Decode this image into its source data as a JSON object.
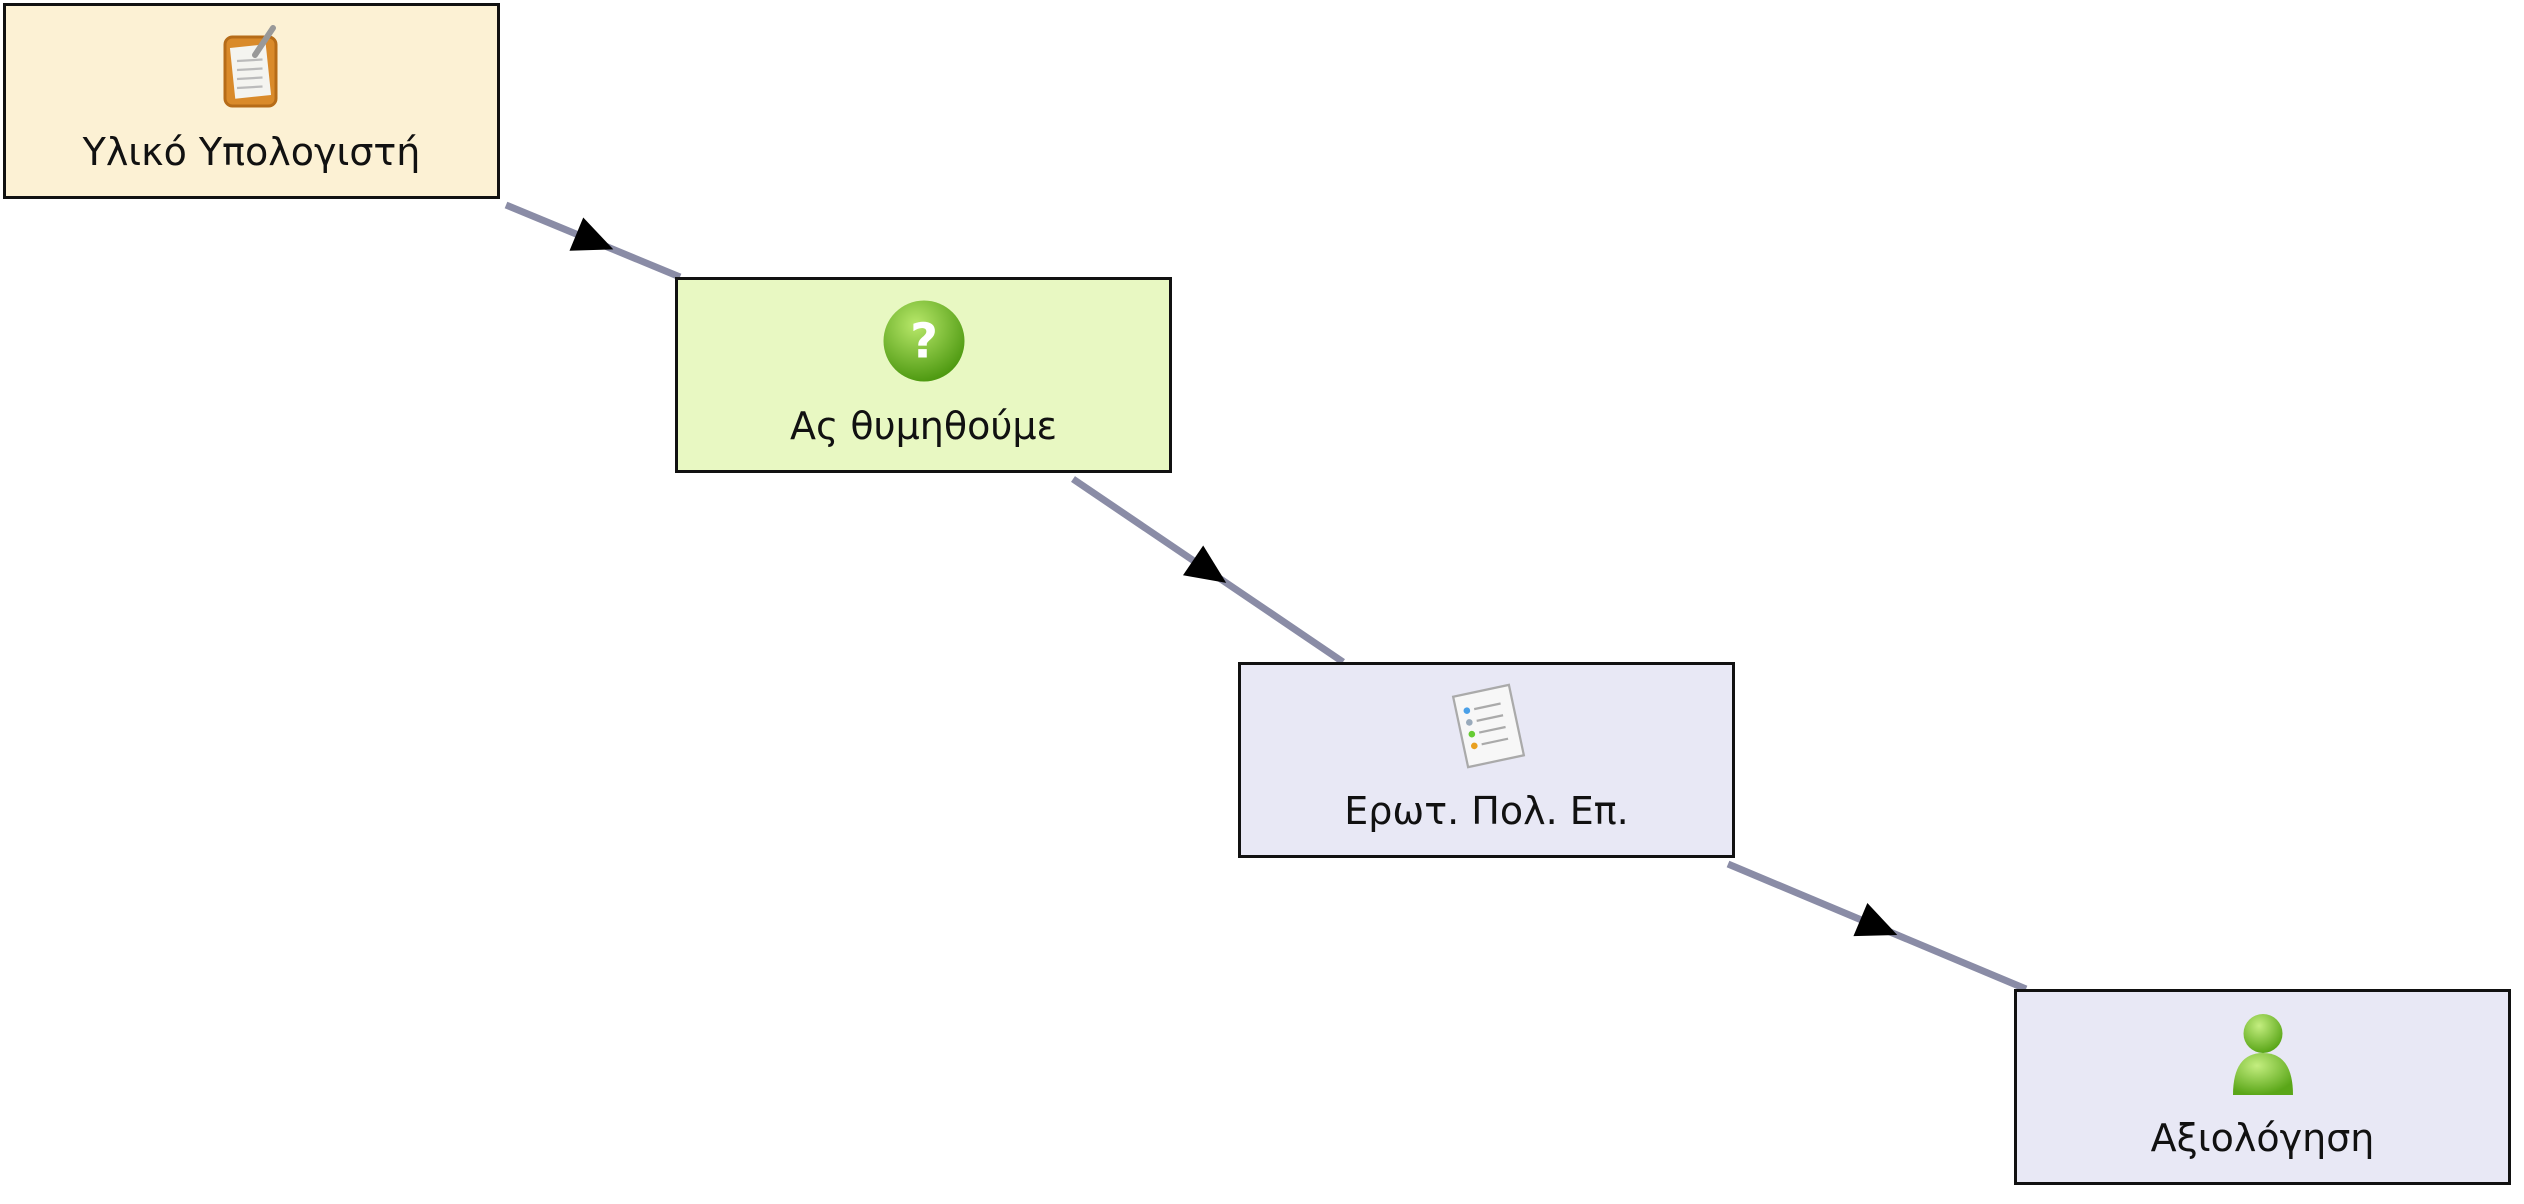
{
  "colors": {
    "edge": "#8a8ca6",
    "arrow": "#000000"
  },
  "nodes": [
    {
      "id": "n1",
      "label": "Υλικό Υπολογιστή",
      "icon": "clipboard-icon",
      "color": "#fcf1d4"
    },
    {
      "id": "n2",
      "label": "Ας θυμηθούμε",
      "icon": "question-icon",
      "color": "#e8f8c2"
    },
    {
      "id": "n3",
      "label": "Ερωτ. Πολ. Επ.",
      "icon": "checklist-icon",
      "color": "#e8e8f5"
    },
    {
      "id": "n4",
      "label": "Αξιολόγηση",
      "icon": "user-icon",
      "color": "#e8e8f5"
    }
  ],
  "edges": [
    {
      "from": "n1",
      "to": "n2"
    },
    {
      "from": "n2",
      "to": "n3"
    },
    {
      "from": "n3",
      "to": "n4"
    }
  ]
}
